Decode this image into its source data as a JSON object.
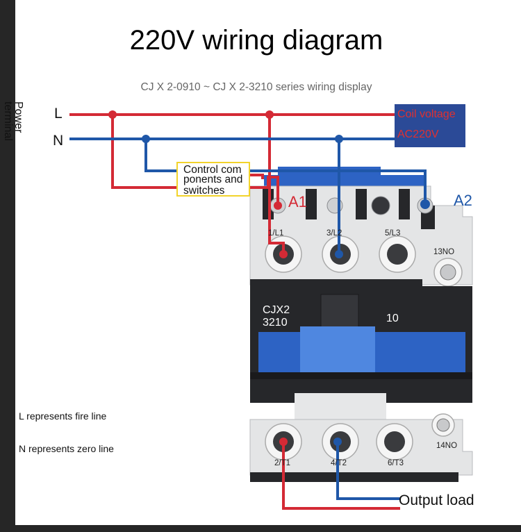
{
  "title": "220V wiring diagram",
  "subtitle": "CJ X 2-0910 ~ CJ X 2-3210 series wiring display",
  "power_terminal": [
    "Power",
    "terminal"
  ],
  "lines": {
    "l": "L",
    "n": "N"
  },
  "coil_box": {
    "line1": "Coil voltage",
    "line2": "AC220V"
  },
  "control_box": {
    "line1": "Control com",
    "line2": "ponents and",
    "line3": "switches"
  },
  "coil_terminals": {
    "a1": "A1",
    "a2": "A2"
  },
  "top_terminals": [
    "1/L1",
    "3/L2",
    "5/L3",
    "13NO"
  ],
  "bottom_terminals": [
    "2/T1",
    "4/T2",
    "6/T3",
    "14NO"
  ],
  "model": {
    "line1": "CJX2",
    "line2": "3210",
    "contact": "10"
  },
  "notes": {
    "l": "L represents fire line",
    "n": "N represents zero line"
  },
  "output_load": "Output load",
  "colors": {
    "live": "#d42a35",
    "neutral": "#1f57a8",
    "contactor_blue": "#2d63c4",
    "contactor_body": "#e4e5e6",
    "contactor_dark": "#26272a",
    "control_border": "#f2d32b"
  }
}
